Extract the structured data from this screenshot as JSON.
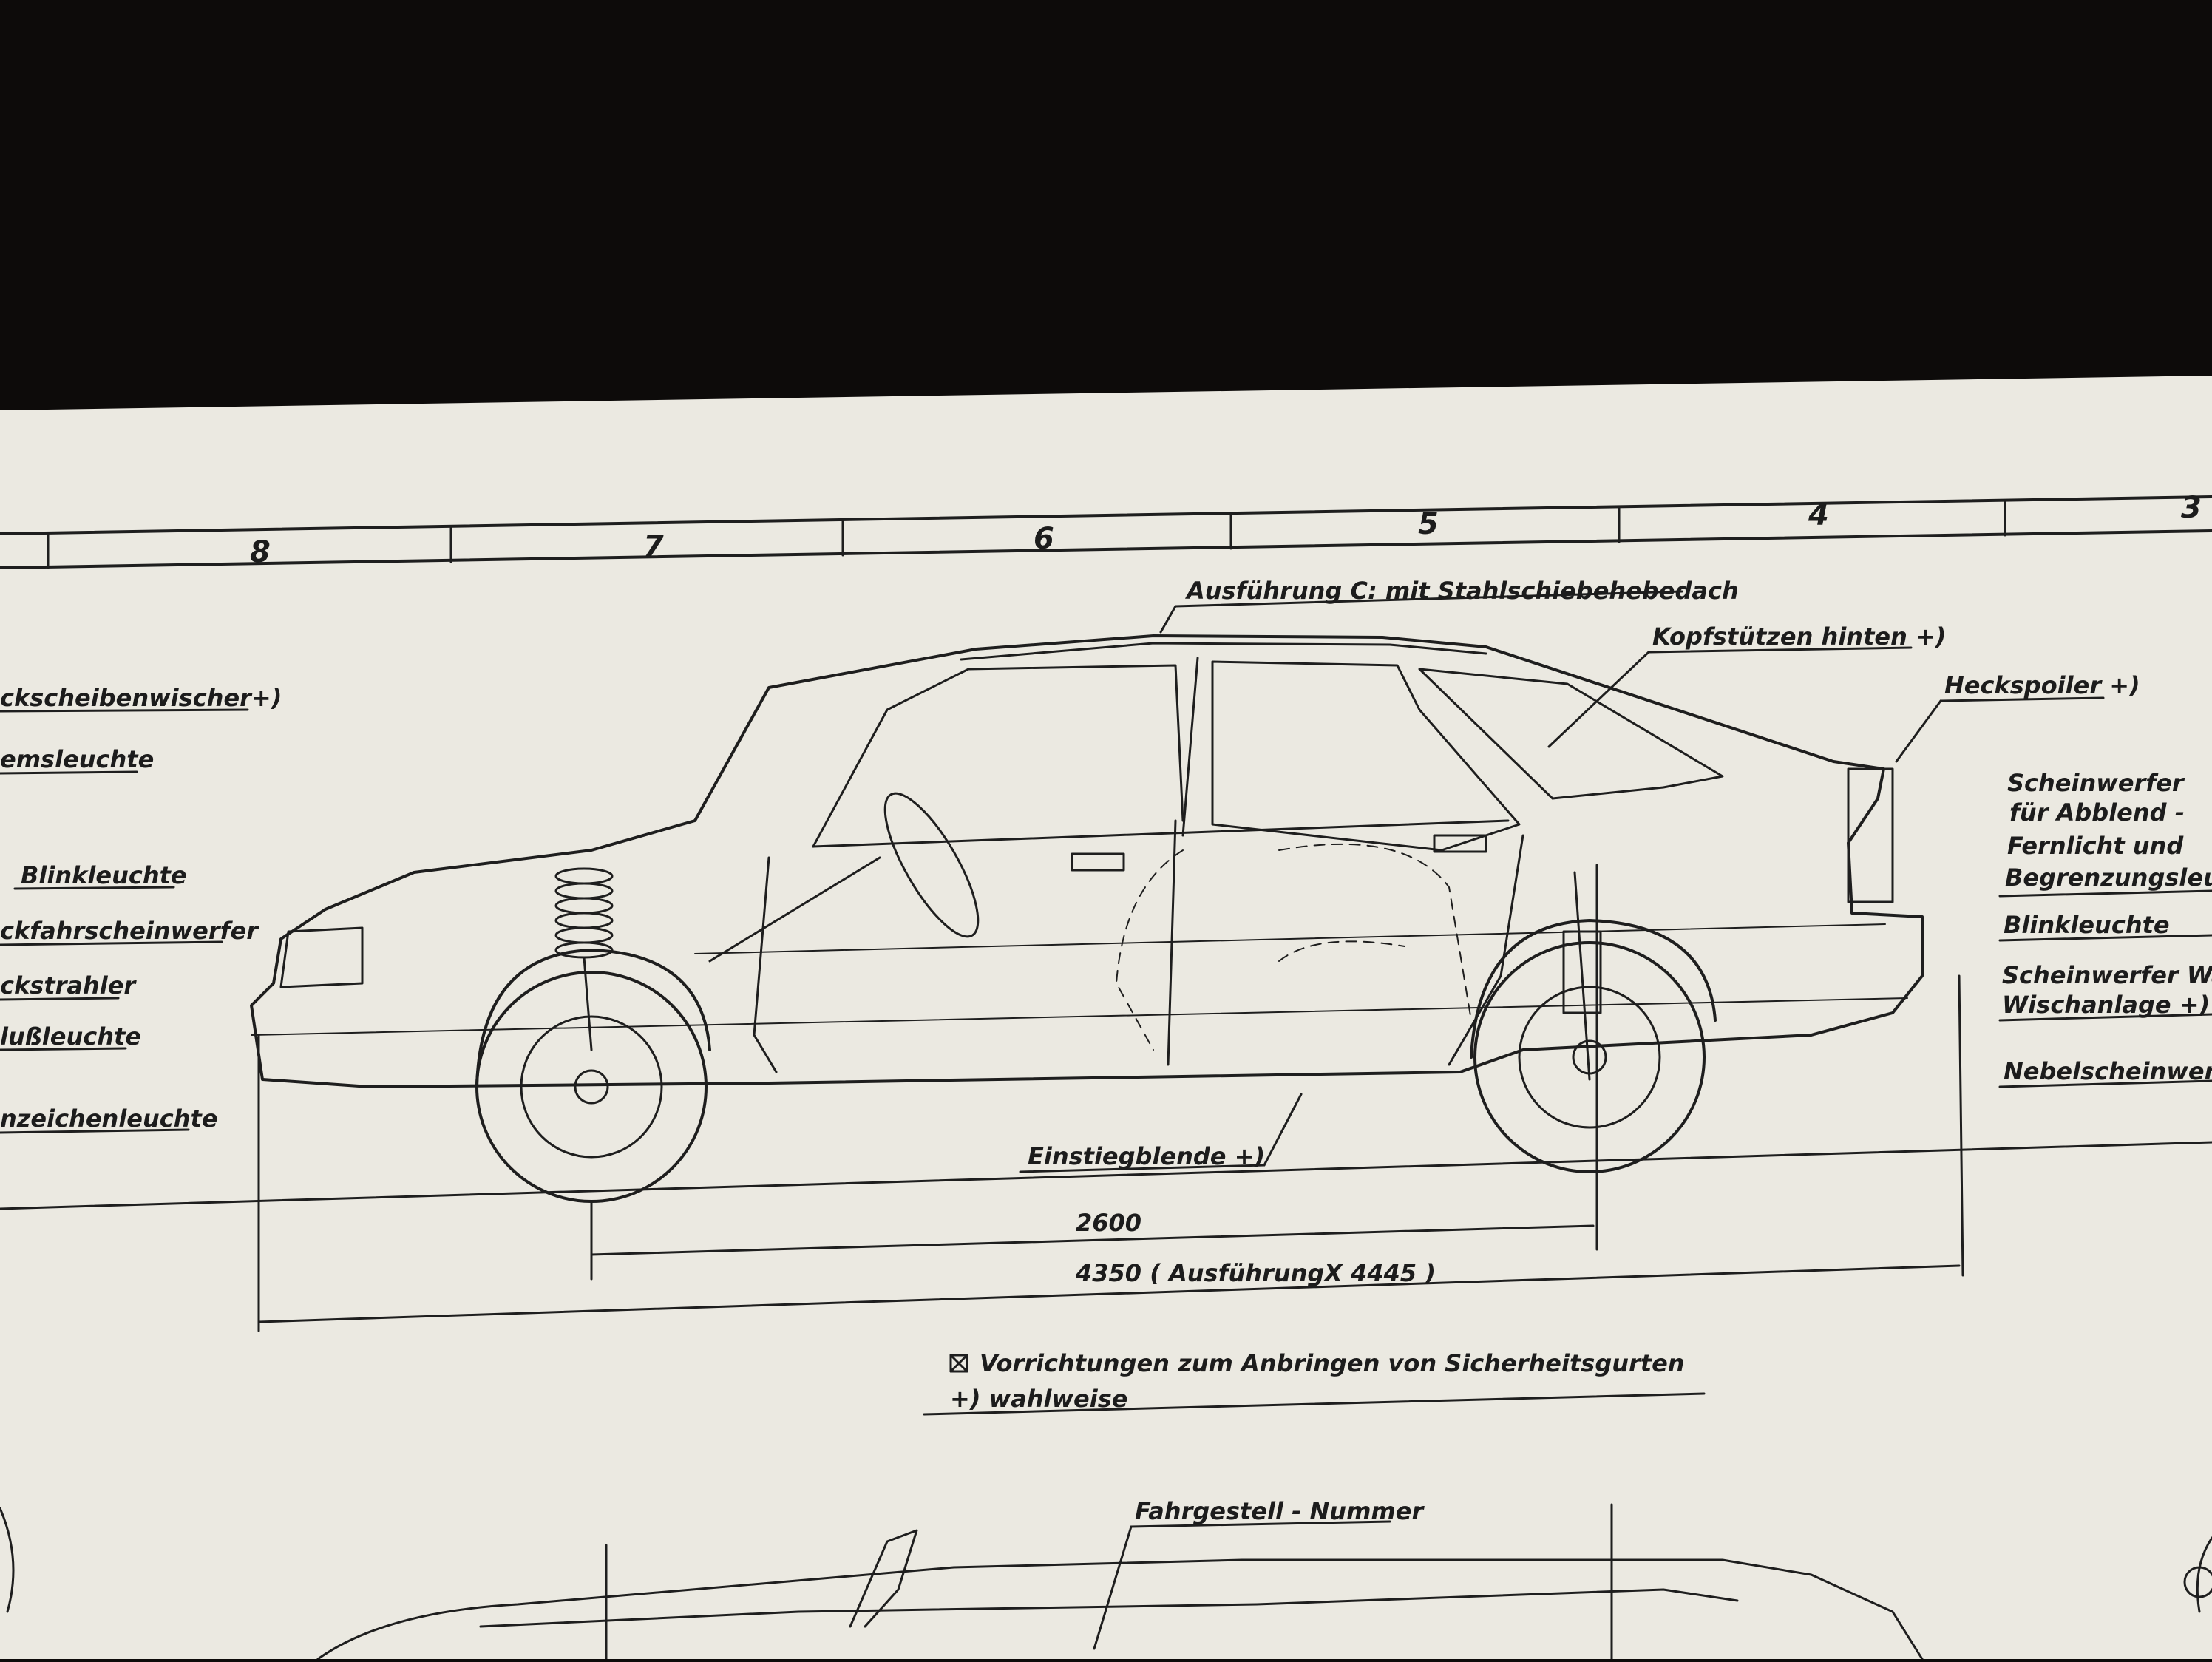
{
  "zone_ruler": {
    "numbers": [
      "8",
      "7",
      "6",
      "5",
      "4",
      "3"
    ]
  },
  "labels_left": {
    "rear_wiper": "ckscheibenwischer+)",
    "brake_light": "emsleuchte",
    "turn_signal": "Blinkleuchte",
    "reverse_light": "ckfahrscheinwerfer",
    "reflector": "ckstrahler",
    "tail_light": "lußleuchte",
    "plate_light": "nzeichenleuchte"
  },
  "labels_top": {
    "sunroof": "Ausführung C: mit Stahlschiebehebedach",
    "headrests": "Kopfstützen hinten +)",
    "spoiler": "Heckspoiler +)"
  },
  "labels_right": {
    "headlamp_1": "Scheinwerfer",
    "headlamp_2": "für Abblend -",
    "headlamp_3": "Fernlicht  und",
    "headlamp_4": "Begrenzungsleucht",
    "turn_signal": "Blinkleuchte",
    "washer_1": "Scheinwerfer Wasc",
    "washer_2": "Wischanlage +)",
    "fog_light": "Nebelscheinwerfer"
  },
  "labels_bottom": {
    "sill_trim": "Einstiegblende +)",
    "wheelbase": "2600",
    "overall_length": "4350  ( AusführungX 4445  )",
    "legend_seatbelt": "Vorrichtungen  zum  Anbringen  von  Sicherheitsgurten",
    "legend_optional": "+) wahlweise",
    "chassis_number": "Fahrgestell - Nummer"
  },
  "colors": {
    "background": "#0d0b0a",
    "paper": "#ebe9e1",
    "ink": "#1e1e1e"
  }
}
